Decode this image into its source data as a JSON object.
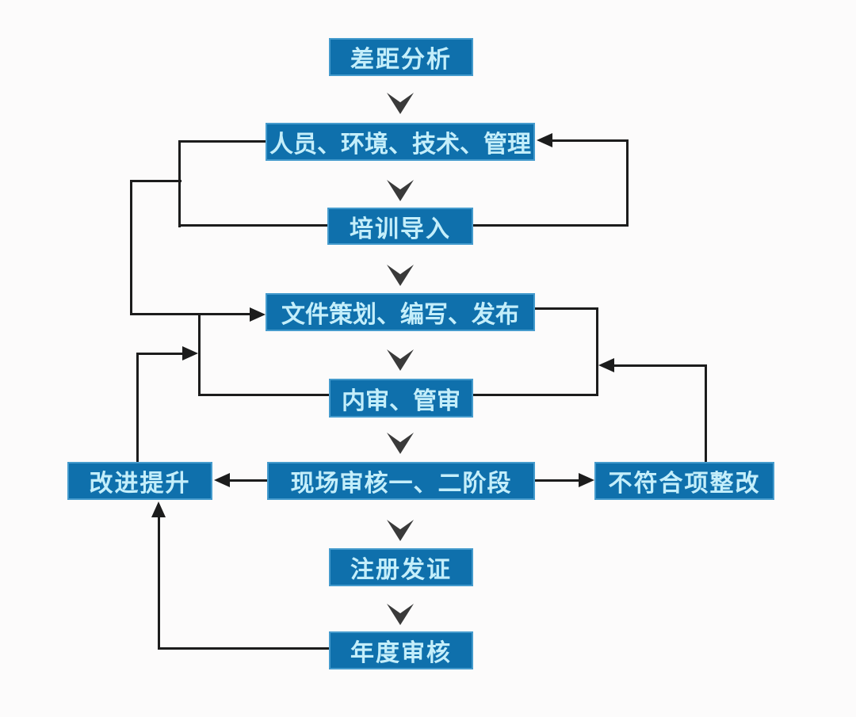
{
  "colors": {
    "background": "#fcfbfb",
    "box_fill": "#0f70ac",
    "box_border": "#459bcd",
    "box_text": "#c4eefa",
    "line_color": "#1c1c1c",
    "chevron_color": "#3a3a3a"
  },
  "nodes": [
    {
      "id": "gap-analysis",
      "label": "差距分析"
    },
    {
      "id": "people-env-tech-mgmt",
      "label": "人员、环境、技术、管理"
    },
    {
      "id": "training-intro",
      "label": "培训导入"
    },
    {
      "id": "doc-plan-write-publish",
      "label": "文件策划、编写、发布"
    },
    {
      "id": "internal-mgmt-audit",
      "label": "内审、管审"
    },
    {
      "id": "improvement",
      "label": "改进提升"
    },
    {
      "id": "onsite-audit-stage-1-2",
      "label": "现场审核一、二阶段"
    },
    {
      "id": "nonconformity-rectification",
      "label": "不符合项整改"
    },
    {
      "id": "registration-certification",
      "label": "注册发证"
    },
    {
      "id": "annual-audit",
      "label": "年度审核"
    }
  ],
  "edges": [
    {
      "from": "差距分析",
      "to": "人员、环境、技术、管理",
      "connector": "chevron-down"
    },
    {
      "from": "人员、环境、技术、管理",
      "to": "培训导入",
      "connector": "chevron-down"
    },
    {
      "from": "培训导入",
      "to": "文件策划、编写、发布",
      "connector": "chevron-down"
    },
    {
      "from": "文件策划、编写、发布",
      "to": "内审、管审",
      "connector": "chevron-down"
    },
    {
      "from": "内审、管审",
      "to": "现场审核一、二阶段",
      "connector": "chevron-down"
    },
    {
      "from": "现场审核一、二阶段",
      "to": "注册发证",
      "connector": "chevron-down"
    },
    {
      "from": "注册发证",
      "to": "年度审核",
      "connector": "chevron-down"
    },
    {
      "from": "培训导入",
      "to": "人员、环境、技术、管理",
      "connector": "right-loop-arrow"
    },
    {
      "from": "培训导入 / 人员、环境、技术、管理",
      "to": "文件策划、编写、发布",
      "connector": "left-loop-arrow"
    },
    {
      "from": "内审、管审",
      "to": "文件策划、编写、发布",
      "connector": "right-loop-line"
    },
    {
      "from": "不符合项整改",
      "to": "文件策划、编写、发布",
      "connector": "arrow-into-right-loop"
    },
    {
      "from": "改进提升",
      "to": "文件策划、编写、发布",
      "connector": "arrow-into-left-junction"
    },
    {
      "from": "内审、管审",
      "to": "left-junction",
      "connector": "line"
    },
    {
      "from": "现场审核一、二阶段",
      "to": "改进提升",
      "connector": "arrow-left"
    },
    {
      "from": "现场审核一、二阶段",
      "to": "不符合项整改",
      "connector": "arrow-right"
    },
    {
      "from": "年度审核",
      "to": "改进提升",
      "connector": "arrow-up"
    }
  ]
}
